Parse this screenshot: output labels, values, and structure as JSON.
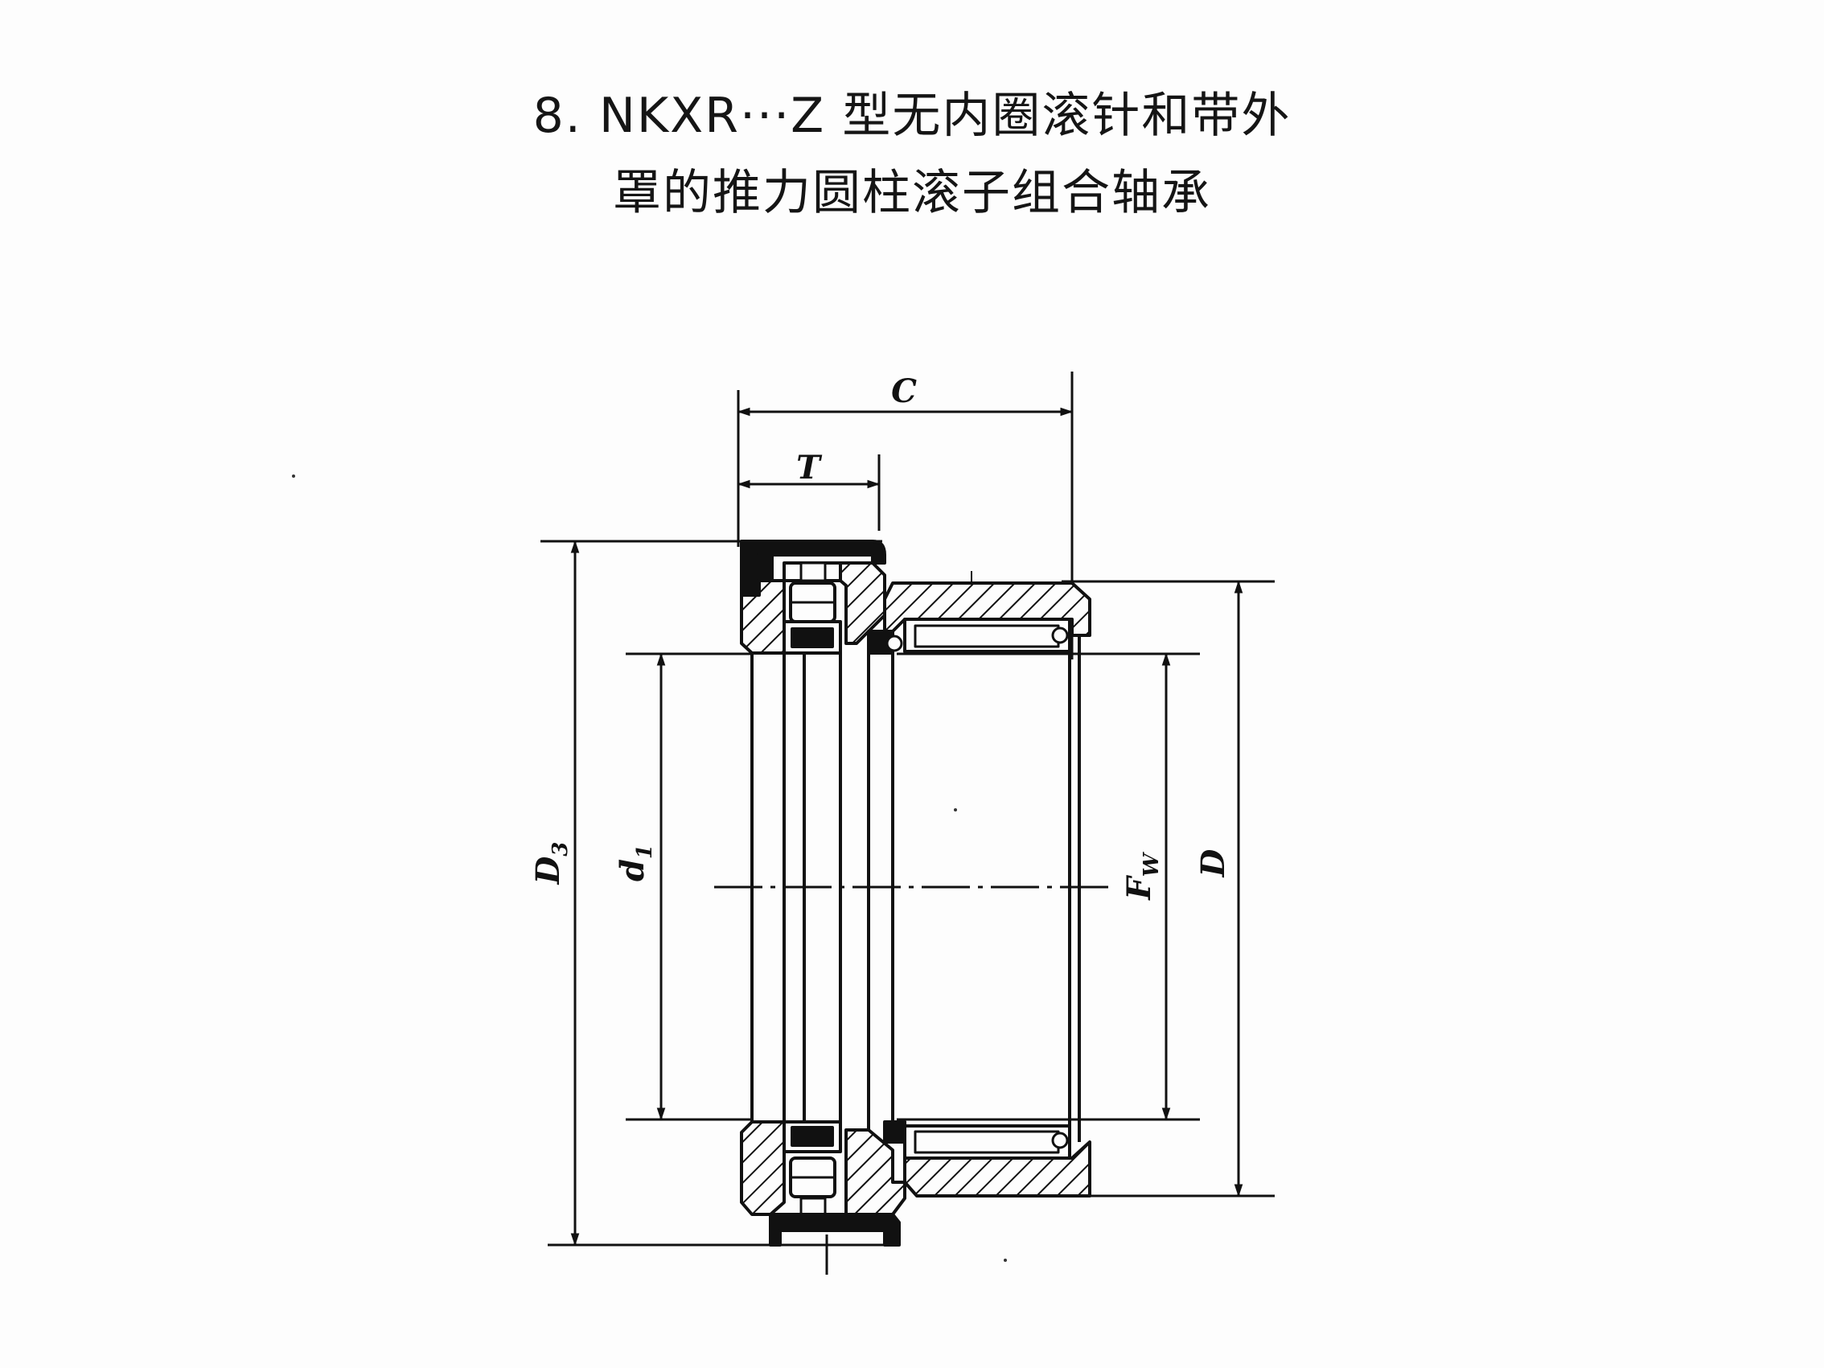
{
  "title": {
    "line1": "8. NKXR···Z 型无内圈滚针和带外",
    "line2": "罩的推力圆柱滚子组合轴承"
  },
  "dimensions": {
    "C": "C",
    "T": "T",
    "D3": {
      "main": "D",
      "sub": "3"
    },
    "d1": {
      "main": "d",
      "sub": "1"
    },
    "Fw": {
      "main": "F",
      "sub": "W"
    },
    "D": "D"
  },
  "colors": {
    "ink": "#111111",
    "paper": "#fdfdfd"
  }
}
